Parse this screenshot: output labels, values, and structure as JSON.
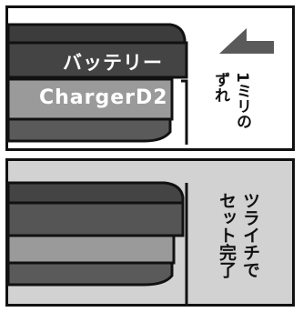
{
  "panel1": {
    "battery_label": "バッテリー",
    "charger_label": "ChargerD2",
    "caption_col1": "1ミリの",
    "caption_col2": "ずれ"
  },
  "panel2": {
    "caption_col1": "ツライチで",
    "caption_col2": "セット完了"
  }
}
